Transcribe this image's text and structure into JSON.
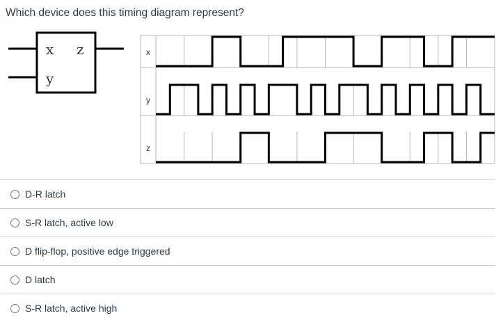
{
  "question": {
    "text": "Which device does this timing diagram represent?"
  },
  "device": {
    "input1": "x",
    "input2": "y",
    "output": "z"
  },
  "timing": {
    "cell_count": 12,
    "rows": [
      {
        "label": "x",
        "levels": [
          0,
          0,
          0,
          0,
          1,
          1,
          0,
          0,
          0,
          1,
          1,
          1,
          1,
          1,
          0,
          0,
          1,
          1,
          1,
          0,
          0,
          1,
          1,
          1
        ]
      },
      {
        "label": "y",
        "levels": [
          0,
          1,
          1,
          0,
          1,
          0,
          1,
          0,
          1,
          1,
          0,
          1,
          0,
          1,
          1,
          0,
          1,
          0,
          1,
          0,
          1,
          0,
          1,
          0
        ]
      },
      {
        "label": "z",
        "levels": [
          0,
          0,
          0,
          0,
          0,
          0,
          1,
          1,
          0,
          0,
          0,
          0,
          1,
          1,
          1,
          1,
          0,
          0,
          0,
          1,
          1,
          0,
          0,
          1
        ]
      }
    ]
  },
  "answers": [
    {
      "label": "D-R latch"
    },
    {
      "label": "S-R latch, active low"
    },
    {
      "label": "D flip-flop, positive edge triggered"
    },
    {
      "label": "D latch"
    },
    {
      "label": "S-R latch, active high"
    }
  ]
}
